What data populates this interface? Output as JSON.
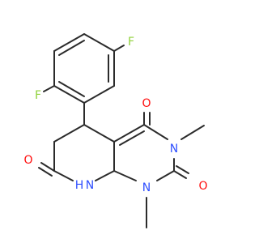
{
  "colors": {
    "bond": "#2b2b2b",
    "oxygen": "#ff0d0d",
    "nitrogen": "#2f4fff",
    "fluorine": "#8fd13a",
    "background": "#ffffff"
  },
  "atom_labels": {
    "f_top": "F",
    "f_left": "F",
    "o_right_top": "O",
    "o_right_bottom": "O",
    "o_left_bottom": "O",
    "n_methyl_top": "N",
    "n_methyl_bottom": "N",
    "nh": "N",
    "h_on_nh": "H"
  }
}
